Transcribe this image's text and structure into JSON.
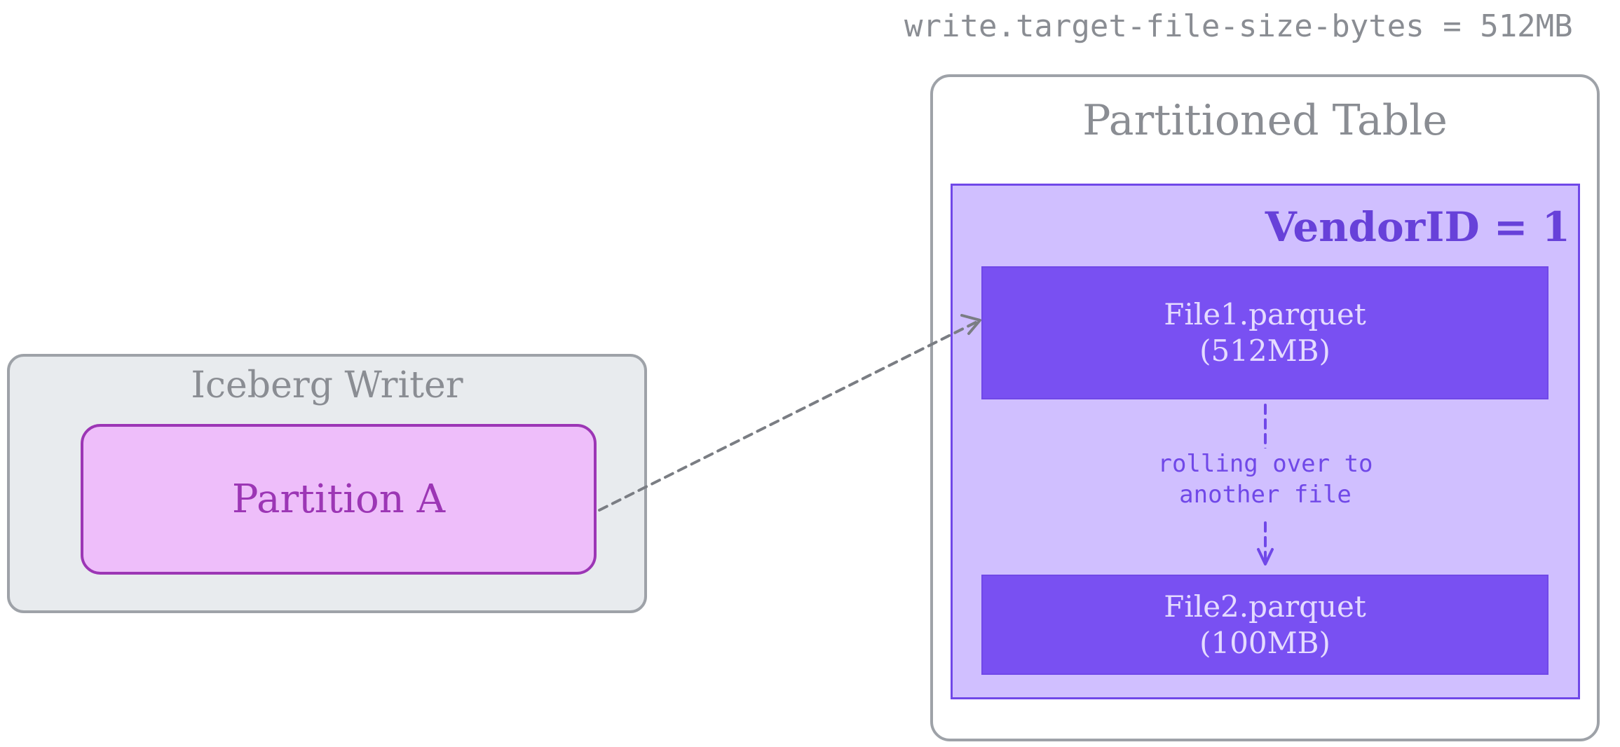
{
  "config": {
    "text": "write.target-file-size-bytes = 512MB"
  },
  "writer": {
    "title": "Iceberg Writer",
    "partition_label": "Partition A"
  },
  "table": {
    "title": "Partitioned Table",
    "partition_label": "VendorID = 1",
    "files": [
      {
        "name": "File1.parquet",
        "size": "(512MB)"
      },
      {
        "name": "File2.parquet",
        "size": "(100MB)"
      }
    ],
    "rollover_label_line1": "rolling over to",
    "rollover_label_line2": "another file"
  },
  "colors": {
    "gray_text": "#8a8d93",
    "writer_bg": "#e8ebee",
    "partition_fill": "#eebefa",
    "partition_stroke": "#9c36b5",
    "table_partition_fill": "#d0bfff",
    "file_fill": "#7950f2",
    "accent_purple": "#7048e8"
  }
}
